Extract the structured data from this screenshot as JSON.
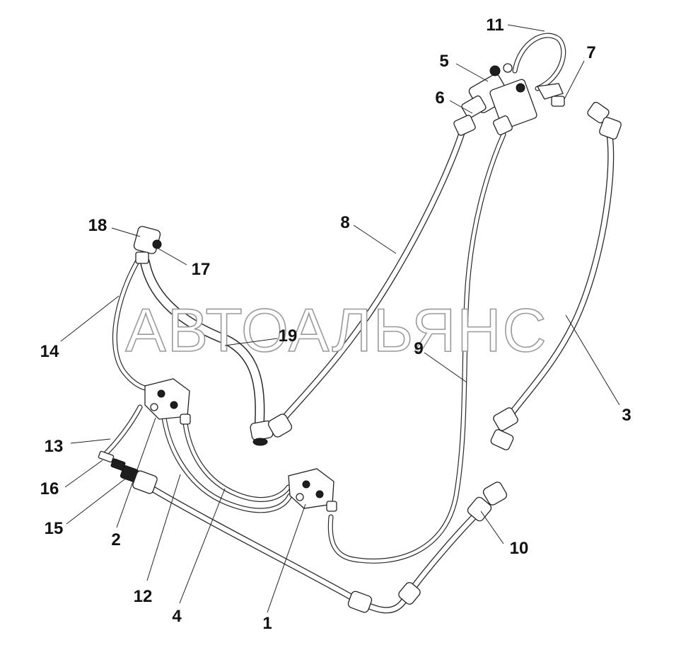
{
  "watermark": "АВТОАЛЬЯНС",
  "callouts": [
    {
      "label": "11"
    },
    {
      "label": "5"
    },
    {
      "label": "7"
    },
    {
      "label": "6"
    },
    {
      "label": "8"
    },
    {
      "label": "18"
    },
    {
      "label": "17"
    },
    {
      "label": "19"
    },
    {
      "label": "9"
    },
    {
      "label": "14"
    },
    {
      "label": "3"
    },
    {
      "label": "13"
    },
    {
      "label": "16"
    },
    {
      "label": "15"
    },
    {
      "label": "2"
    },
    {
      "label": "10"
    },
    {
      "label": "12"
    },
    {
      "label": "4"
    },
    {
      "label": "1"
    }
  ]
}
